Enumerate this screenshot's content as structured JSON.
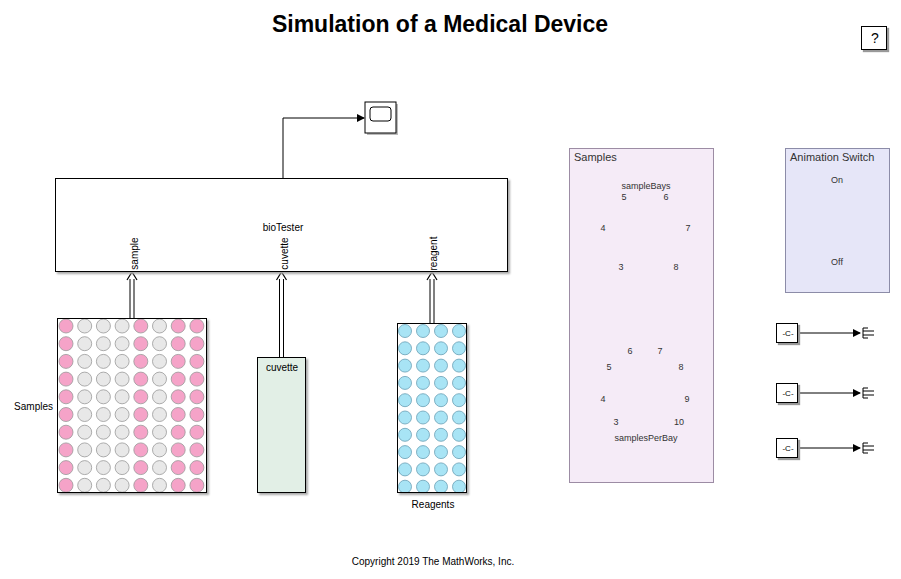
{
  "diagram": {
    "title": "Simulation of a Medical Device",
    "caption": "Copyright 2019 The MathWorks, Inc.",
    "nodes": [
      {
        "text": [
          "?"
        ]
      },
      {
        "text": [
          "bioTester",
          "sample",
          "cuvette",
          "reagent"
        ]
      },
      {
        "text": [
          "Samples"
        ]
      },
      {
        "text": [
          "cuvette"
        ]
      },
      {
        "text": [
          "Reagents"
        ]
      },
      {
        "text": [
          "Samples",
          "sampleBays",
          "samplesPerBay"
        ]
      },
      {
        "text": [
          "Animation Switch",
          "On",
          "Off"
        ]
      },
      {
        "text": [
          "-C-"
        ]
      },
      {
        "text": [
          "-C-"
        ]
      },
      {
        "text": [
          "-C-"
        ]
      }
    ],
    "edges": [
      {
        "from": 2,
        "to": 1,
        "arrow": "to"
      },
      {
        "from": 3,
        "to": 1,
        "arrow": "to"
      },
      {
        "from": 4,
        "to": 1,
        "arrow": "to"
      }
    ],
    "labels": [
      "5",
      "6",
      "4",
      "7",
      "3",
      "8",
      "6",
      "7",
      "5",
      "8",
      "4",
      "9",
      "3",
      "10"
    ]
  }
}
